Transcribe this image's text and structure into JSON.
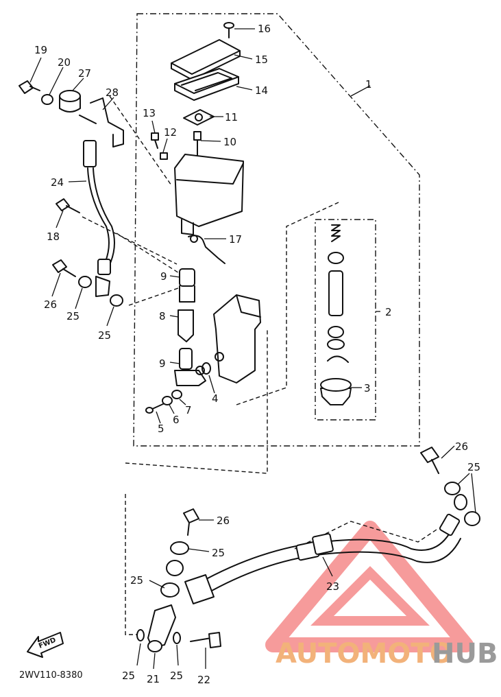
{
  "diagram_code": "2WV110-8380",
  "direction_tag": "FWD",
  "watermark": {
    "brand_a": "AUTOMOTO",
    "brand_b": "HUB",
    "color_a": "#f2b27a",
    "color_b": "#9a9a9a",
    "triangle_color": "#f04a4a"
  },
  "callouts": {
    "n1": "1",
    "n2": "2",
    "n3": "3",
    "n4": "4",
    "n5": "5",
    "n6": "6",
    "n7": "7",
    "n8": "8",
    "n9a": "9",
    "n9b": "9",
    "n10": "10",
    "n11": "11",
    "n12": "12",
    "n13": "13",
    "n14": "14",
    "n15": "15",
    "n16": "16",
    "n17": "17",
    "n18": "18",
    "n19": "19",
    "n20": "20",
    "n21": "21",
    "n22": "22",
    "n23": "23",
    "n24": "24",
    "n25a": "25",
    "n25b": "25",
    "n25c": "25",
    "n25d": "25",
    "n25e": "25",
    "n25f": "25",
    "n25g": "25",
    "n26a": "26",
    "n26b": "26",
    "n26c": "26",
    "n27": "27",
    "n28": "28"
  }
}
